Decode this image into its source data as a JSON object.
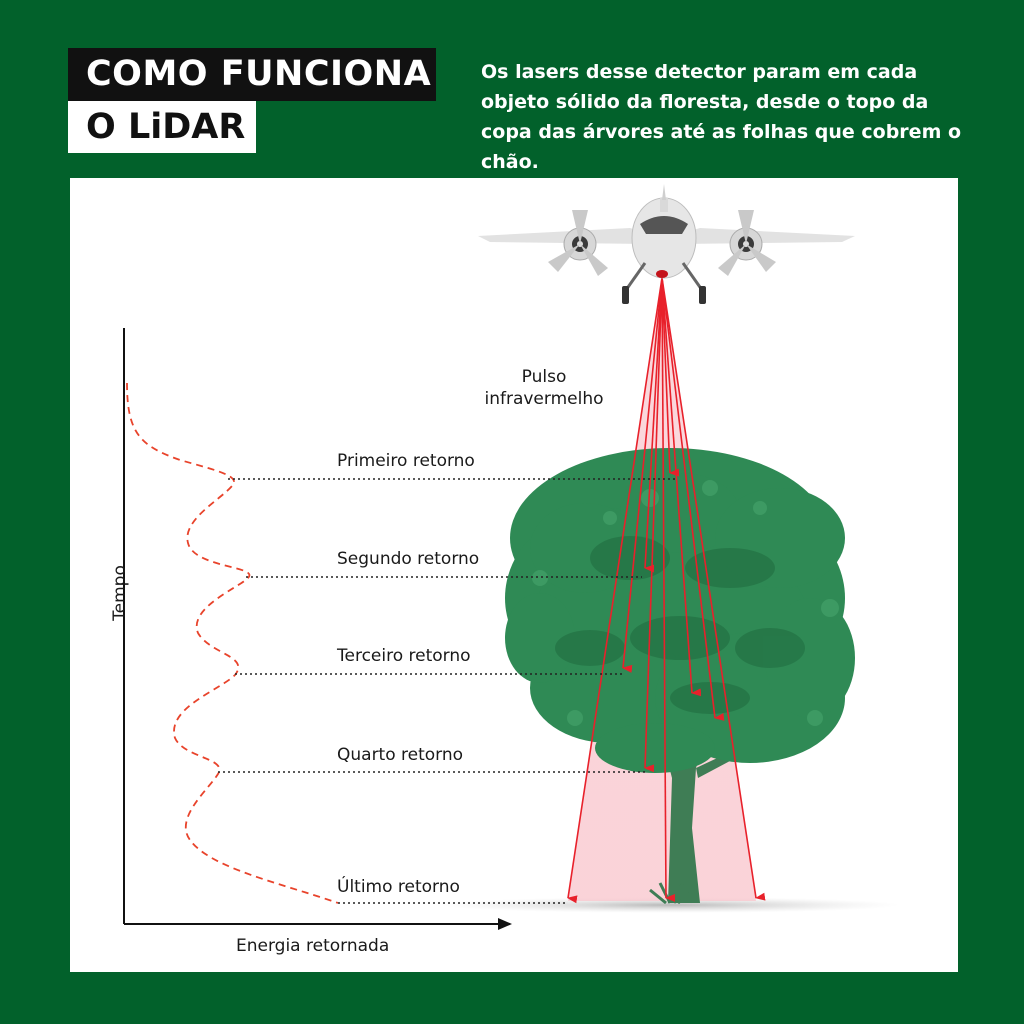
{
  "header": {
    "title_line1": "COMO FUNCIONA",
    "title_line2": "O LiDAR",
    "description": "Os lasers desse detector param em cada objeto sólido da floresta, desde o topo da copa das árvores até as folhas que cobrem o chão."
  },
  "diagram": {
    "pulse_label_line1": "Pulso",
    "pulse_label_line2": "infravermelho",
    "returns": [
      "Primeiro retorno",
      "Segundo retorno",
      "Terceiro retorno",
      "Quarto retorno",
      "Último retorno"
    ],
    "y_axis_label": "Tempo",
    "x_axis_label": "Energia retornada",
    "colors": {
      "background": "#02612b",
      "tree": "#2f8a55",
      "laser": "#e8212b",
      "waveform": "#e8432b"
    }
  }
}
